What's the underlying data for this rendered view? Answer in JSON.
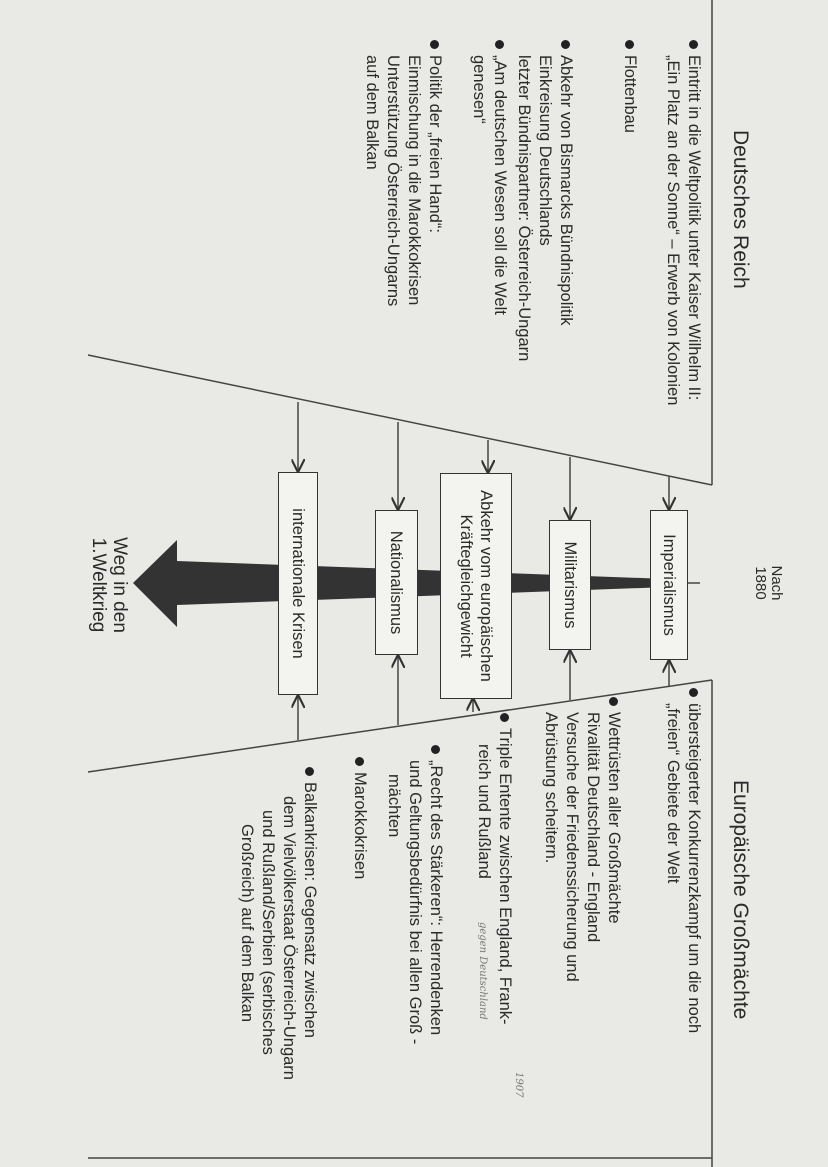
{
  "left_panel": {
    "title": "Deutsches Reich",
    "items": [
      {
        "lines": [
          "Eintritt in die Weltpolitik unter Kaiser Wilhelm II:",
          "„Ein Platz an der Sonne“ – Erwerb von Kolonien"
        ]
      },
      {
        "lines": [
          "Flottenbau"
        ]
      },
      {
        "lines": [
          "Abkehr von Bismarcks Bündnispolitik",
          "Einkreisung Deutschlands",
          "letzter Bündnispartner: Österreich-Ungarn"
        ]
      },
      {
        "lines": [
          "„Am deutschen Wesen soll die Welt",
          "genesen“"
        ]
      },
      {
        "lines": [
          "Politik der „freien Hand“:",
          "Einmischung in die Marokkokrisen",
          "Unterstützung Österreich-Ungarns",
          "auf dem Balkan"
        ]
      }
    ]
  },
  "center": {
    "start_label": [
      "Nach",
      "1880"
    ],
    "end_label": [
      "Weg in den",
      "1.Weltkrieg"
    ],
    "boxes": [
      {
        "lines": [
          "Imperialismus"
        ]
      },
      {
        "lines": [
          "Militarismus"
        ]
      },
      {
        "lines": [
          "Abkehr vom europäischen",
          "Kräftegleichgewicht"
        ]
      },
      {
        "lines": [
          "Nationalismus"
        ]
      },
      {
        "lines": [
          "internationale Krisen"
        ]
      }
    ],
    "arrow_color": "#333333"
  },
  "right_panel": {
    "title": "Europäische Großmächte",
    "items": [
      {
        "lines": [
          "übersteigerter Konkurrenzkampf um die noch",
          "„freien“ Gebiete der Welt"
        ]
      },
      {
        "lines": [
          "Wettrüsten aller Großmächte",
          "Rivalität Deutschland - England",
          "Versuche der Friedenssicherung und",
          "Abrüstung scheitern."
        ]
      },
      {
        "lines": [
          "Triple Entente zwischen England, Frank-",
          "reich und Rußland"
        ]
      },
      {
        "lines": [
          "„Recht des Stärkeren“: Herrendenken",
          "und Geltungsbedürfnis bei allen Groß -",
          "mächten"
        ]
      },
      {
        "lines": [
          "Marokkokrisen"
        ]
      },
      {
        "lines": [
          "Balkankrisen: Gegensatz zwischen",
          "dem Vielvölkerstaat Österreich-Ungarn",
          "und Rußland/Serbien (serbisches",
          "Großreich) auf dem Balkan"
        ]
      }
    ],
    "handwritten": {
      "year": "1907",
      "note": "gegen Deutschland"
    }
  }
}
